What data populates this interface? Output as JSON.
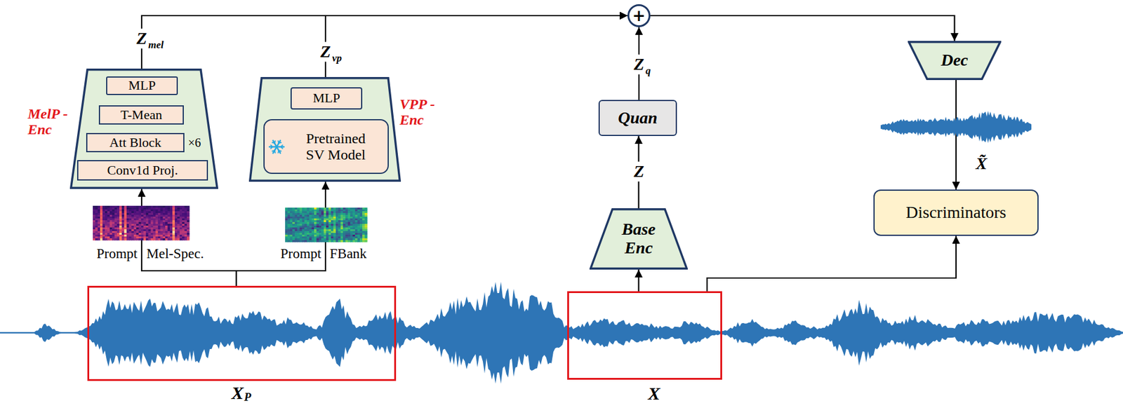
{
  "diagram": {
    "nodes": [
      {
        "text": [
          "MelP -Enc"
        ]
      },
      {
        "text": [
          "MLP"
        ],
        "in": 0
      },
      {
        "text": [
          "T-Mean"
        ],
        "in": 0
      },
      {
        "text": [
          "Att Block",
          "×6"
        ],
        "in": 0
      },
      {
        "text": [
          "Conv1d Proj."
        ],
        "in": 0
      },
      {
        "text": [
          "VPP -Enc"
        ]
      },
      {
        "text": [
          "MLP"
        ],
        "in": 5
      },
      {
        "text": [
          "Pretrained SV Model"
        ],
        "in": 5
      },
      {
        "text": [
          "+"
        ]
      },
      {
        "text": [
          "Quan"
        ]
      },
      {
        "text": [
          "Base Enc"
        ]
      },
      {
        "text": [
          "Dec"
        ]
      },
      {
        "text": [
          "Discriminators"
        ]
      },
      {
        "text": [
          "X",
          "P"
        ]
      },
      {
        "text": [
          "X"
        ]
      }
    ],
    "edges": [
      {
        "from": 13,
        "to": 0,
        "arrow": "to"
      },
      {
        "from": 13,
        "to": 5,
        "arrow": "to"
      },
      {
        "from": 14,
        "to": 10,
        "arrow": "to"
      },
      {
        "from": 14,
        "to": 12,
        "arrow": "to"
      },
      {
        "from": 10,
        "to": 9,
        "arrow": "to"
      },
      {
        "from": 9,
        "to": 8,
        "arrow": "to"
      },
      {
        "from": 0,
        "to": 8,
        "arrow": "to"
      },
      {
        "from": 5,
        "to": 8,
        "arrow": "to"
      },
      {
        "from": 8,
        "to": 11,
        "arrow": "to"
      },
      {
        "from": 11,
        "to": 12,
        "arrow": "to"
      }
    ],
    "labels": [
      "Prompt",
      "Mel-Spec.",
      "Prompt",
      "FBank",
      "Z",
      "mel",
      "Z",
      "vp",
      "Z",
      "q",
      "Z",
      "X̃"
    ]
  }
}
